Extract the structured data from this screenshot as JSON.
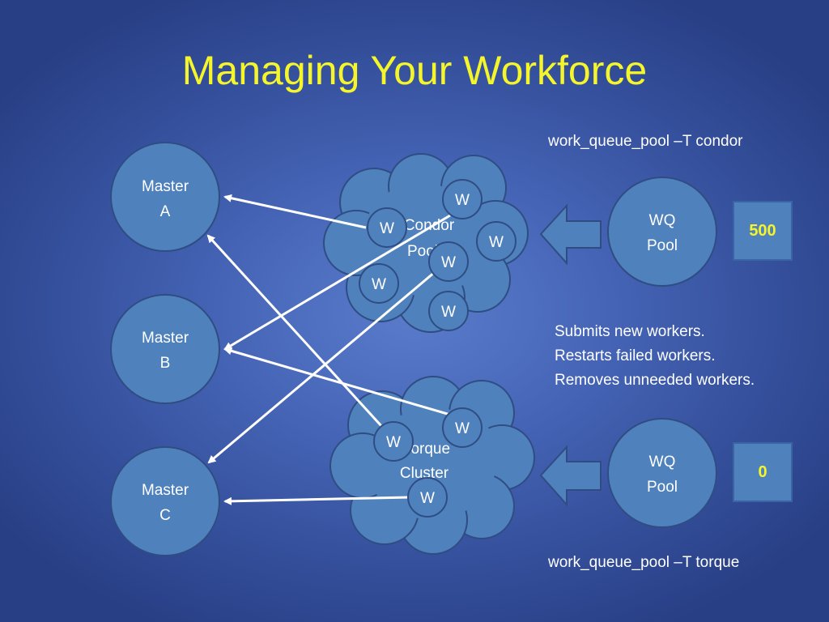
{
  "slide": {
    "title": "Managing Your Workforce",
    "colors": {
      "title": "#f5f52b",
      "node_fill": "#4f81bd",
      "node_stroke": "#2f4d82",
      "arrow": "#ffffff",
      "count_text": "#f5f52b"
    }
  },
  "masters": [
    {
      "line1": "Master",
      "line2": "A"
    },
    {
      "line1": "Master",
      "line2": "B"
    },
    {
      "line1": "Master",
      "line2": "C"
    }
  ],
  "pools": {
    "condor": {
      "label_line1": "Condor",
      "label_line2": "Pool",
      "worker_label": "W",
      "command": "work_queue_pool –T condor",
      "wq_line1": "WQ",
      "wq_line2": "Pool",
      "count": "500"
    },
    "torque": {
      "label_line1": "Torque",
      "label_line2": "Cluster",
      "worker_label": "W",
      "command": "work_queue_pool –T torque",
      "wq_line1": "WQ",
      "wq_line2": "Pool",
      "count": "0"
    }
  },
  "description": [
    "Submits new workers.",
    "Restarts failed workers.",
    "Removes unneeded workers."
  ]
}
